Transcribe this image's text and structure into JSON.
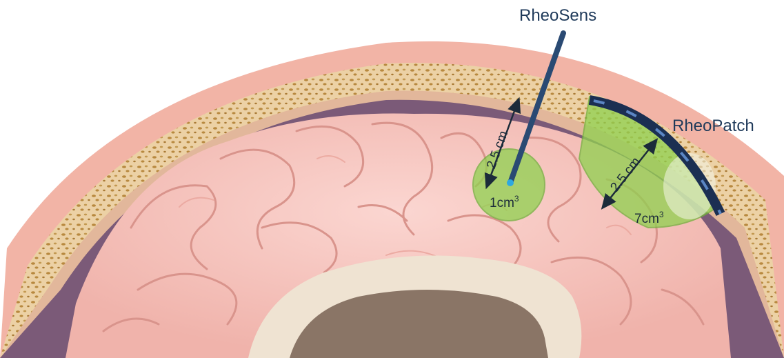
{
  "labels": {
    "probe": "RheoSens",
    "patch": "RheoPatch",
    "probe_depth": "2.5 cm",
    "patch_depth": "2.5 cm",
    "probe_volume_base": "1cm",
    "probe_volume_exp": "3",
    "patch_volume_base": "7cm",
    "patch_volume_exp": "3"
  },
  "colors": {
    "scalp": "#f2b4a6",
    "skull": "#e9c99b",
    "bone_spots": "#b8893f",
    "meninges": "#7b5a78",
    "brain": "#f6c3bd",
    "brain_fold": "#d9948c",
    "ventricle": "#efe3d2",
    "ventricle_inner": "#8a7566",
    "probe": "#2a4a73",
    "patch": "#1b2f52",
    "patch_dash": "#5b86c4",
    "volume_green": "#8fd14f",
    "arrow": "#1c2b3a"
  }
}
